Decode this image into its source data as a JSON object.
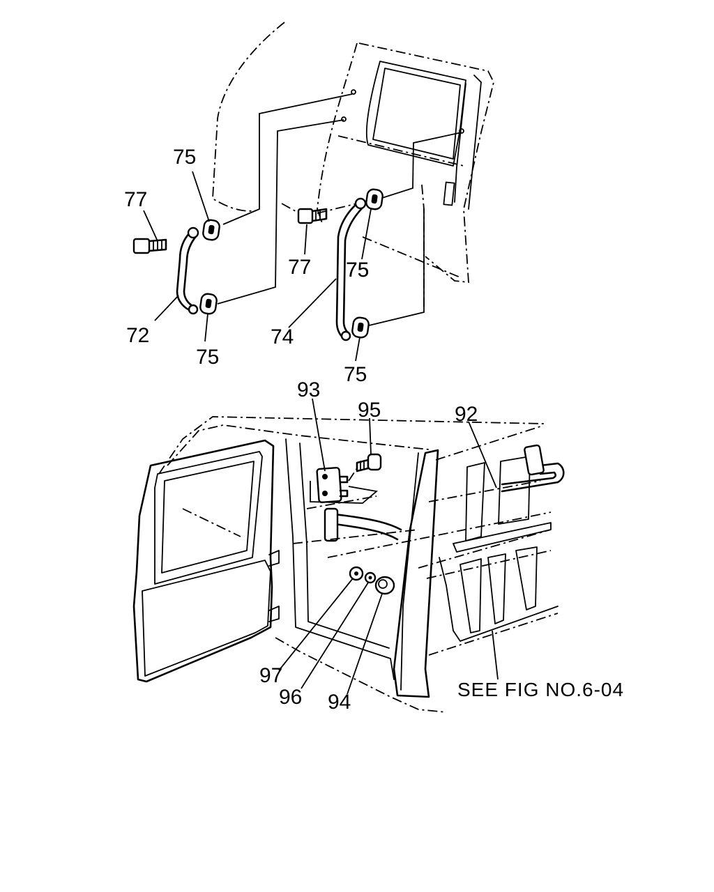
{
  "diagram": {
    "upper_callouts": [
      "77",
      "75",
      "75",
      "72",
      "75",
      "77",
      "75",
      "74",
      "75"
    ],
    "lower_callouts": [
      "93",
      "95",
      "92",
      "97",
      "96",
      "94"
    ],
    "reference_note": "SEE FIG NO.6-04"
  }
}
